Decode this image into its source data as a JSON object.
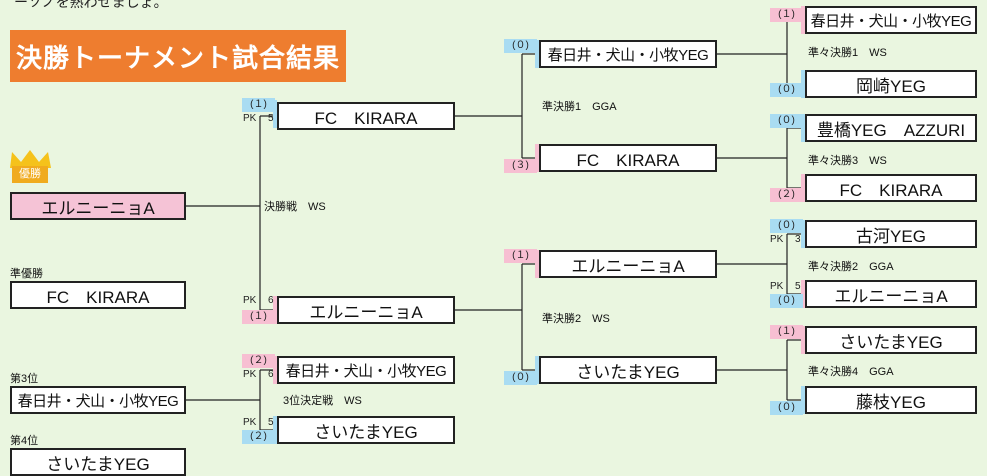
{
  "header": {
    "cut_text": "ーソノを熟わせましょ。",
    "title": "決勝トーナメント試合結果"
  },
  "standings": {
    "champion_label": "優勝",
    "champion": "エルニーニョA",
    "runner_up_label": "準優勝",
    "runner_up": "FC　KIRARA",
    "third_label": "第3位",
    "third": "春日井・犬山・小牧YEG",
    "fourth_label": "第4位",
    "fourth": "さいたまYEG"
  },
  "final": {
    "label": "決勝戦　WS",
    "team_a": "FC　KIRARA",
    "score_a": "(１)",
    "pk_a": "PK",
    "pk_a_score": "5",
    "team_b": "エルニーニョA",
    "score_b": "(１)",
    "pk_b": "PK",
    "pk_b_score": "6"
  },
  "third_place": {
    "label": "3位決定戦　WS",
    "team_a": "春日井・犬山・小牧YEG",
    "score_a": "(２)",
    "pk_a": "PK",
    "pk_a_score": "6",
    "team_b": "さいたまYEG",
    "score_b": "(２)",
    "pk_b": "PK",
    "pk_b_score": "5"
  },
  "semifinals": [
    {
      "label": "準決勝1　GGA",
      "team_a": "春日井・犬山・小牧YEG",
      "score_a": "(０)",
      "team_b": "FC　KIRARA",
      "score_b": "(３)"
    },
    {
      "label": "準決勝2　WS",
      "team_a": "エルニーニョA",
      "score_a": "(１)",
      "team_b": "さいたまYEG",
      "score_b": "(０)"
    }
  ],
  "quarterfinals": [
    {
      "label": "準々決勝1　WS",
      "team_a": "春日井・犬山・小牧YEG",
      "score_a": "(１)",
      "team_b": "岡崎YEG",
      "score_b": "(０)"
    },
    {
      "label": "準々決勝3　WS",
      "team_a": "豊橋YEG　AZZURI",
      "score_a": "(０)",
      "team_b": "FC　KIRARA",
      "score_b": "(２)"
    },
    {
      "label": "準々決勝2　GGA",
      "team_a": "古河YEG",
      "score_a": "(０)",
      "pk_a": "PK",
      "pk_a_score": "3",
      "team_b": "エルニーニョA",
      "score_b": "(０)",
      "pk_b": "PK",
      "pk_b_score": "5"
    },
    {
      "label": "準々決勝4　GGA",
      "team_a": "さいたまYEG",
      "score_a": "(１)",
      "team_b": "藤枝YEG",
      "score_b": "(０)"
    }
  ],
  "colors": {
    "background": "#eaf6e0",
    "title_bg": "#ee7d2f",
    "winner_pink": "#f7bfd2",
    "loser_blue": "#a9dcf2",
    "champion_gold": "#f0ab1e"
  }
}
